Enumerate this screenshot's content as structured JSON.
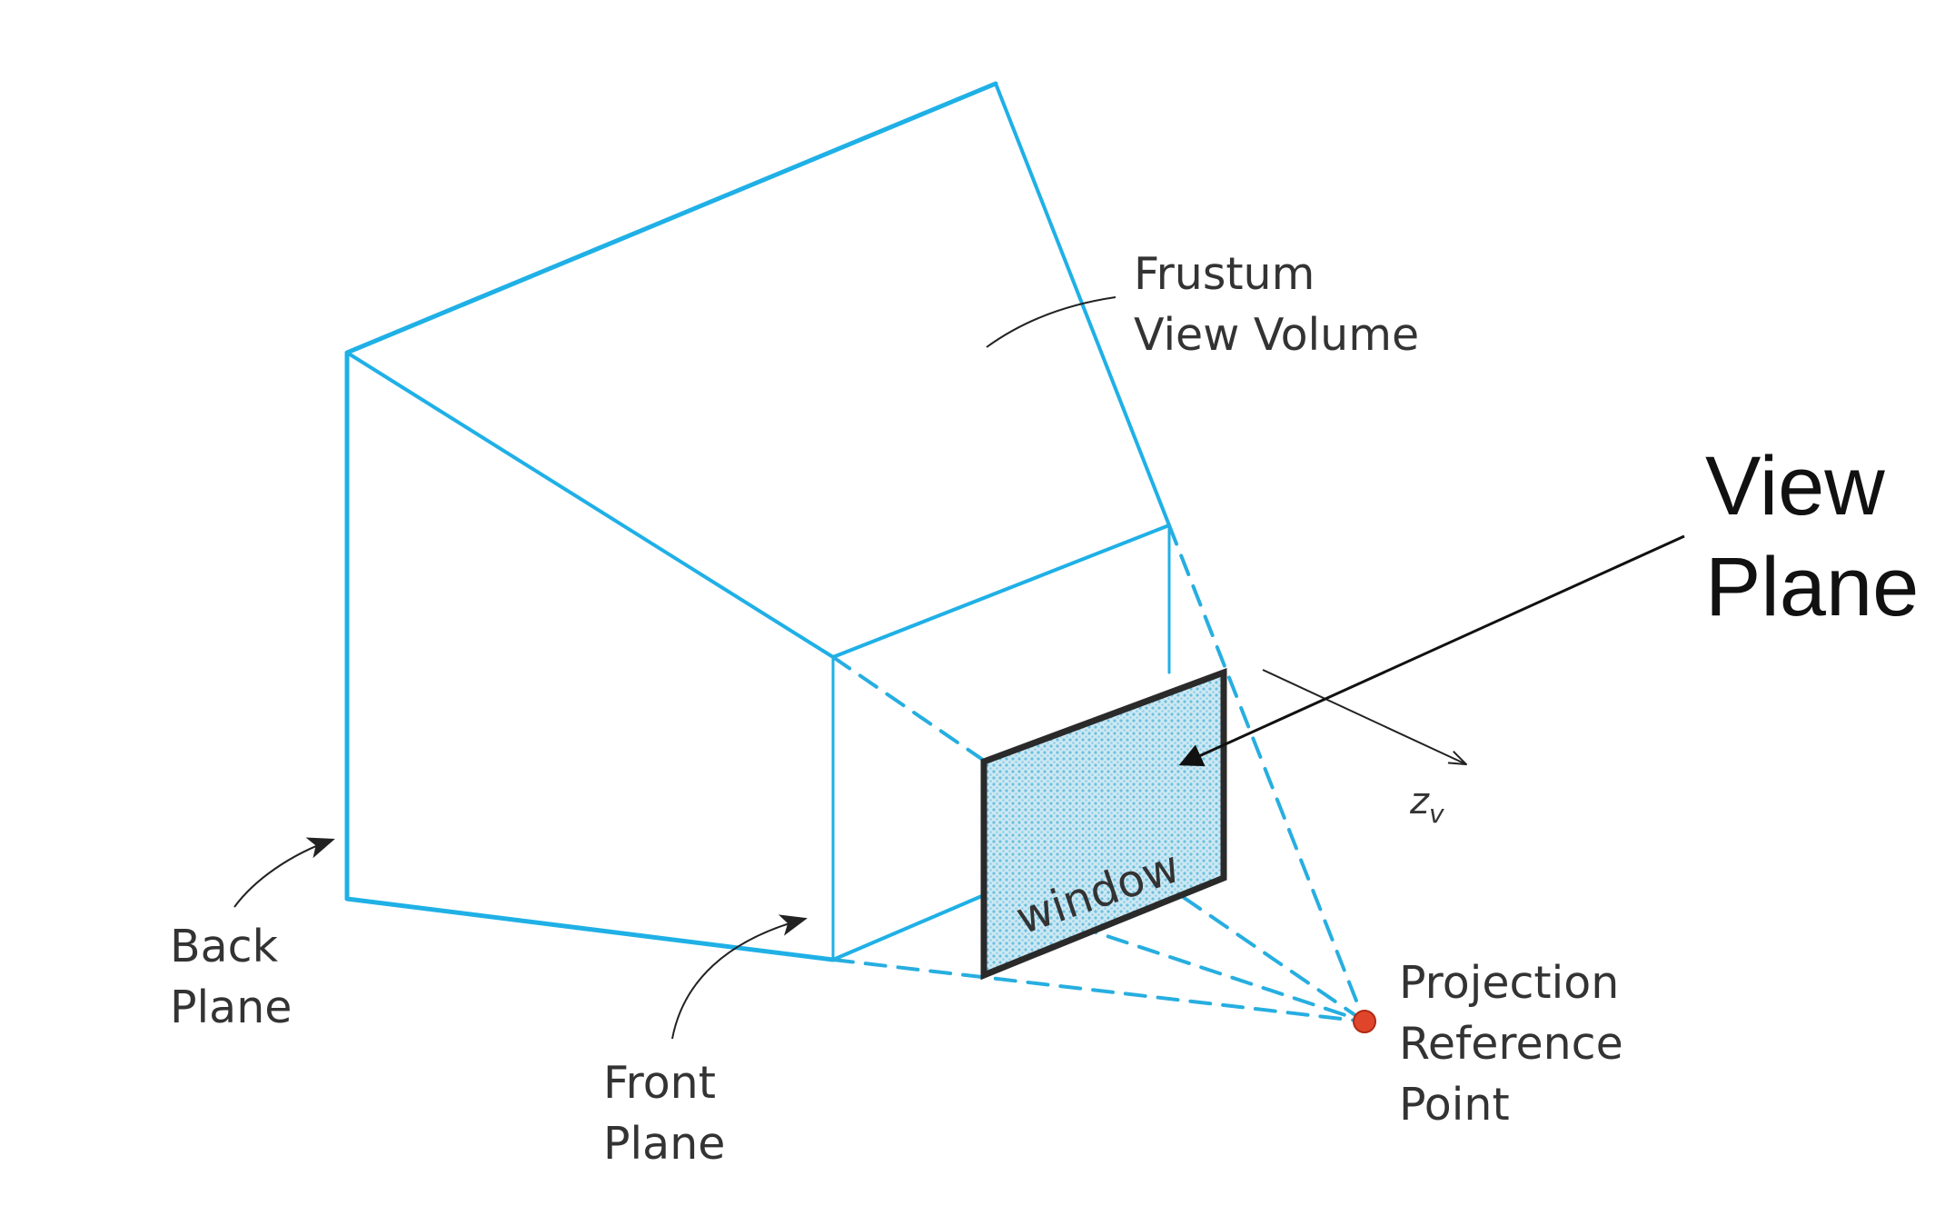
{
  "colors": {
    "frustum": "#1fb0e6",
    "ray": "#27aee0",
    "window_fill": "#bfe0ec",
    "window_border": "#2a2a2a",
    "annotation": "#111111",
    "reference_point": "#e0452b",
    "background": "#ffffff"
  },
  "labels": {
    "frustum": [
      "Frustum",
      "View Volume"
    ],
    "view_plane": [
      "View",
      "Plane"
    ],
    "axis": "z",
    "axis_subscript": "v",
    "window": "window",
    "back_plane": [
      "Back",
      "Plane"
    ],
    "front_plane": [
      "Front",
      "Plane"
    ],
    "projection_reference_point": [
      "Projection",
      "Reference",
      "Point"
    ]
  }
}
